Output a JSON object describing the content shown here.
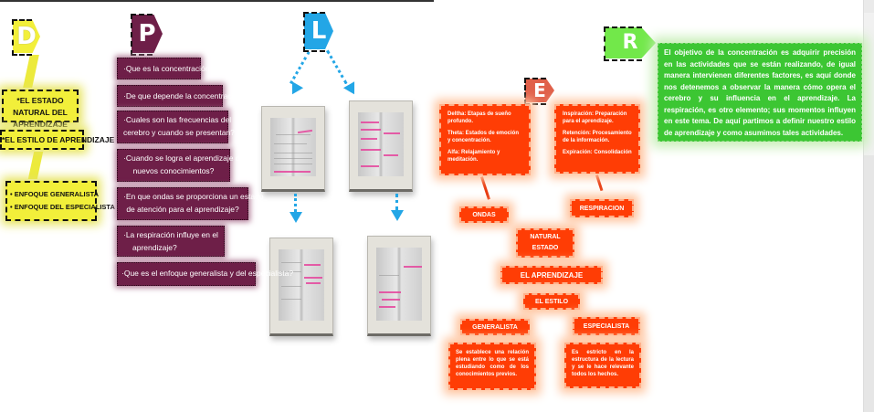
{
  "left_panel": {
    "yellow_section": {
      "tag_letter": "D",
      "items": [
        "*EL ESTADO NATURAL DEL APRENDIZAJE",
        "*EL ESTILO DE  APRENDIZAJE"
      ],
      "list_items": [
        "• ENFOQUE GENERALISTA",
        "• ENFOQUE DEL ESPECIALISTA"
      ],
      "color": "#f2ef3a"
    },
    "purple_section": {
      "tag_letter": "P",
      "questions": [
        "·Que es la concentración ?",
        "·De que depende la concentración?",
        "·Cuales son las  frecuencias del",
        "cerebro y cuando se presentan?",
        "·Cuando se logra el aprendizaje de",
        "nuevos conocimientos?",
        "·En que ondas se proporciona un estado",
        "de atención para el aprendizaje?",
        "·La  respiración  influye  en  el",
        "aprendizaje?",
        "·Que es el enfoque generalista y del especialista?"
      ],
      "color": "#6e1f48"
    },
    "blue_section": {
      "tag_letter": "L",
      "photos": [
        "book-page-photo-1",
        "book-page-photo-2",
        "book-page-photo-3",
        "book-page-photo-4"
      ],
      "color": "#23a6e6"
    }
  },
  "right_panel": {
    "orange_section": {
      "tag_letter": "E",
      "ondas_box": [
        "Deltha: Etapas de sueño profundo.",
        "Theta: Estados de emoción y concentración.",
        "Alfa: Relajamiento y meditación."
      ],
      "respiracion_box": [
        "Inspiración: Preparación para el aprendizaje.",
        "Retención: Procesamiento de la información.",
        "Expiración: Consolidación"
      ],
      "labels": {
        "ondas": "ONDAS",
        "respiracion": "RESPIRACION",
        "natural": "NATURAL",
        "estado": "ESTADO",
        "aprendizaje": "EL APRENDIZAJE",
        "estilo": "EL ESTILO",
        "generalista": "GENERALISTA",
        "especialista": "ESPECIALISTA"
      },
      "generalista_text": "Se establece una relación plena entre lo que se está estudiando como de los conocimientos previos.",
      "especialista_text": "Es estricto en la estructura de la lectura y se le hace relevante todos los hechos.",
      "color": "#ff3d05"
    },
    "green_section": {
      "tag_letter": "R",
      "text": "El objetivo de la concentración es adquirir precisión en las actividades que se están realizando, de igual manera intervienen diferentes factores,  es aquí donde nos detenemos a observar la manera cómo opera el cerebro y  su influencia en el aprendizaje.  La respiración, es otro elemento; sus momentos influyen en este tema. De aquí partimos a definir nuestro estilo de aprendizaje y como asumimos tales actividades.",
      "color": "#3cc633"
    }
  }
}
